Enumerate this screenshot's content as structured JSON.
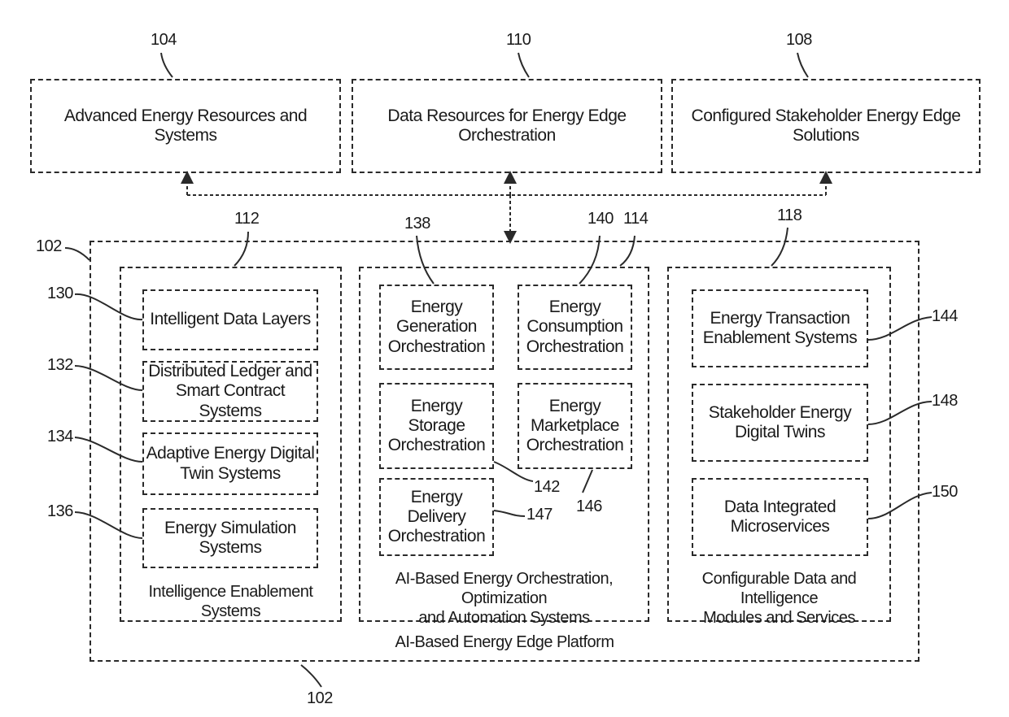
{
  "top_boxes": {
    "advanced": "Advanced Energy Resources and Systems",
    "data": "Data Resources for Energy Edge Orchestration",
    "configured": "Configured Stakeholder Energy Edge Solutions"
  },
  "platform": {
    "caption": "AI-Based Energy Edge Platform"
  },
  "intelligence": {
    "caption": "Intelligence Enablement Systems",
    "items": [
      "Intelligent Data Layers",
      "Distributed Ledger and\nSmart Contract Systems",
      "Adaptive Energy Digital\nTwin Systems",
      "Energy Simulation Systems"
    ]
  },
  "orchestration": {
    "caption": "AI-Based Energy Orchestration, Optimization\nand Automation Systems",
    "generation": "Energy\nGeneration\nOrchestration",
    "consumption": "Energy\nConsumption\nOrchestration",
    "storage": "Energy Storage\nOrchestration",
    "marketplace": "Energy\nMarketplace\nOrchestration",
    "delivery": "Energy Delivery\nOrchestration"
  },
  "modules": {
    "caption": "Configurable Data and Intelligence\nModules and Services",
    "items": [
      "Energy Transaction\nEnablement Systems",
      "Stakeholder Energy\nDigital Twins",
      "Data Integrated\nMicroservices"
    ]
  },
  "refs": {
    "r104": "104",
    "r110": "110",
    "r108": "108",
    "r112": "112",
    "r138": "138",
    "r140": "140",
    "r114": "114",
    "r118": "118",
    "r102_top": "102",
    "r102_bottom": "102",
    "r130": "130",
    "r132": "132",
    "r134": "134",
    "r136": "136",
    "r142": "142",
    "r146": "146",
    "r147": "147",
    "r144": "144",
    "r148": "148",
    "r150": "150"
  }
}
